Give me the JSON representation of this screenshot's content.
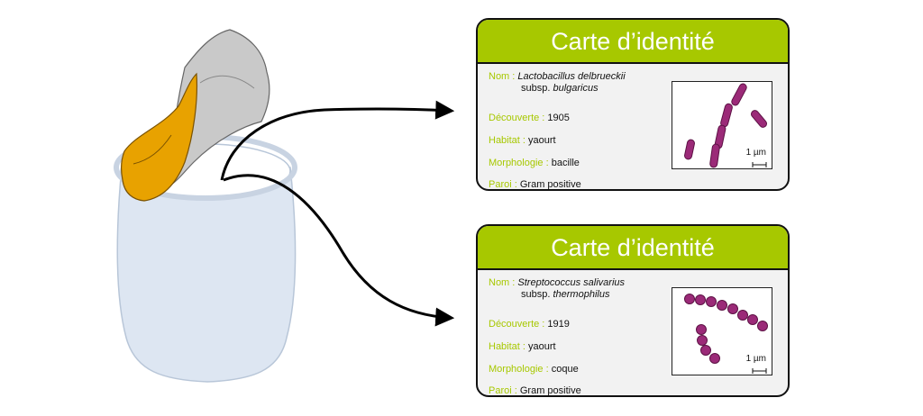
{
  "cards": [
    {
      "title": "Carte d’identité",
      "name_label": "Nom : ",
      "name_value": "Lactobacillus delbrueckii",
      "subsp_prefix": "subsp. ",
      "subsp_name": "bulgaricus",
      "discovery_label": "Découverte : ",
      "discovery_value": "1905",
      "habitat_label": "Habitat : ",
      "habitat_value": "yaourt",
      "morphology_label": "Morphologie : ",
      "morphology_value": "bacille",
      "wall_label": "Paroi : ",
      "wall_value": "Gram positive",
      "scale_label": "1 µm"
    },
    {
      "title": "Carte d’identité",
      "name_label": "Nom : ",
      "name_value": "Streptococcus salivarius",
      "subsp_prefix": "subsp. ",
      "subsp_name": "thermophilus",
      "discovery_label": "Découverte : ",
      "discovery_value": "1919",
      "habitat_label": "Habitat : ",
      "habitat_value": "yaourt",
      "morphology_label": "Morphologie : ",
      "morphology_value": "coque",
      "wall_label": "Paroi : ",
      "wall_value": "Gram positive",
      "scale_label": "1 µm"
    }
  ],
  "colors": {
    "accent": "#a7c800",
    "bacteria": "#9b2a78",
    "lid_orange": "#e8a200",
    "lid_grey": "#cccccc",
    "jar": "#dde6f2"
  }
}
